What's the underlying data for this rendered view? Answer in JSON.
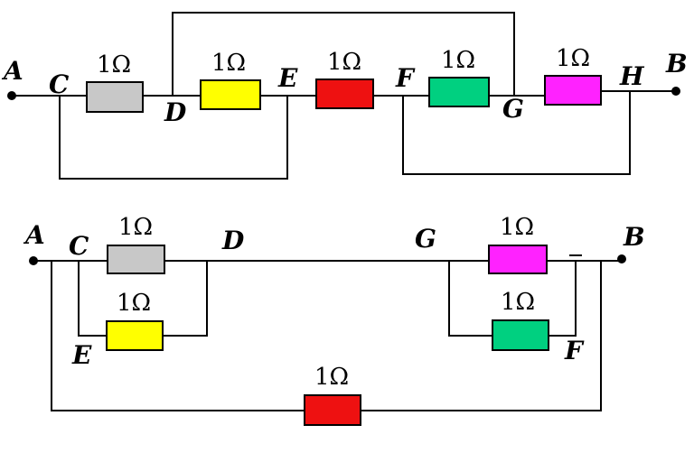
{
  "colors": {
    "gray": "#c8c8c8",
    "yellow": "#ffff00",
    "red": "#ee1111",
    "green": "#00d080",
    "magenta": "#ff22ff"
  },
  "top": {
    "nodes": {
      "a": "A",
      "c": "C",
      "d": "D",
      "e": "E",
      "f": "F",
      "g": "G",
      "h": "H",
      "b": "B"
    },
    "resistors": {
      "gray": "1Ω",
      "yellow": "1Ω",
      "red": "1Ω",
      "green": "1Ω",
      "magenta": "1Ω"
    }
  },
  "bottom": {
    "nodes": {
      "a": "A",
      "c": "C",
      "d": "D",
      "e": "E",
      "g": "G",
      "b": "B",
      "f": "F"
    },
    "resistors": {
      "gray": "1Ω",
      "yellow": "1Ω",
      "magenta": "1Ω",
      "green": "1Ω",
      "red": "1Ω"
    }
  }
}
